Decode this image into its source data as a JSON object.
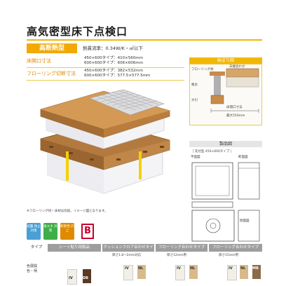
{
  "header": {
    "title": "高気密型床下点検口",
    "category": "高断熱型",
    "thermal": "熱貫流率：0.34W/K・㎡以下"
  },
  "specs": {
    "opening_label": "床開口寸法",
    "opening_values": [
      "450×600タイプ：410×560mm",
      "600×600タイプ：606×606mm"
    ],
    "flooring_label": "フローリング切断寸法",
    "flooring_values": [
      "450×600タイプ：382×532mm",
      "600×600タイプ：577.5×577.5mm"
    ]
  },
  "install": {
    "heading": "納まり図",
    "notes": [
      "天端合わせ",
      "フローリング材",
      "根太",
      "大引",
      "床開口寸法",
      "最大550mm"
    ]
  },
  "drawing": {
    "heading": "製品図",
    "subtitle": "［ 先付型 450×600タイプ ］",
    "plan_label": "平面図",
    "side_label": "断面図",
    "bottom_label": "側面図"
  },
  "caption": "※フローリング材・床材は別途。イメージ図となります。",
  "features": [
    {
      "label": "結露 防止対策",
      "color": "#4a9fd4"
    },
    {
      "label": "省エネ 対策",
      "color": "#3fae49"
    },
    {
      "label": "断熱性 向上",
      "color": "#e08a00"
    }
  ],
  "grade_badge": "B",
  "table": {
    "type_label": "タイプ",
    "col1": "シート貼り用製品",
    "col2": "クッションフロア合わせタイプ",
    "col3": "フローリング合わせタイプ",
    "col4": "フローリング合わせタイプ",
    "col2_sub": "厚さ1.8〜2mm対応",
    "col3_sub": "厚さ12mm用",
    "col4_sub": "厚さ15mm用",
    "color_label": "色展開 色・柄",
    "swatch_labels": [
      "IV",
      "DB",
      "IV",
      "NL",
      "IV",
      "NL",
      "IV",
      "NL",
      "MB"
    ]
  },
  "colors": {
    "accent": "#f2b705",
    "wood": "#c98b48",
    "wood_dark": "#8a5a2b",
    "foam": "#f4f4f7"
  }
}
